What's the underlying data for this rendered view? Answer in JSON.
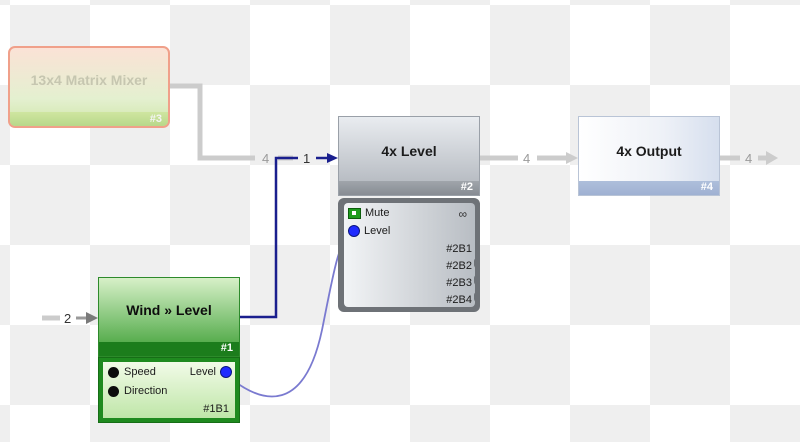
{
  "nodes": {
    "mixer": {
      "title": "13x4 Matrix Mixer",
      "number": "#3"
    },
    "level": {
      "title": "4x Level",
      "number": "#2",
      "params": [
        {
          "label": "Mute",
          "icon": "mute-toggle-icon"
        },
        {
          "label": "Level",
          "icon": "blue-port-dot-icon"
        }
      ],
      "outputs": [
        "#2B1",
        "#2B2",
        "#2B3",
        "#2B4"
      ]
    },
    "output": {
      "title": "4x Output",
      "number": "#4"
    },
    "wind": {
      "title": "Wind » Level",
      "number": "#1",
      "params_left": [
        "Speed",
        "Direction"
      ],
      "param_right": "Level",
      "output": "#1B1"
    }
  },
  "connections": {
    "mixer_to_level": "4",
    "wind_to_level": "1",
    "level_to_output": "4",
    "output_out": "4",
    "wind_in": "2"
  },
  "colors": {
    "active_wire": "#1a1f8e",
    "inactive_wire": "#cccccc",
    "param_link": "#7a7ad0"
  }
}
